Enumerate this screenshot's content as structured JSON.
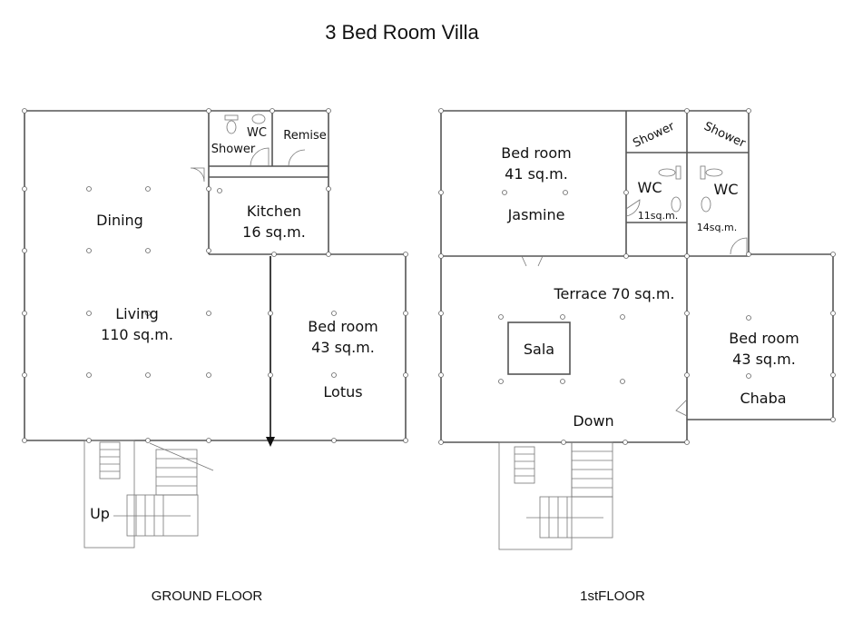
{
  "title": "3 Bed Room Villa",
  "ground_floor": {
    "caption": "GROUND FLOOR",
    "rooms": {
      "wc": "WC",
      "shower": "Shower",
      "remise": "Remise",
      "kitchen": "Kitchen",
      "kitchen_area": "16 sq.m.",
      "dining": "Dining",
      "living": "Living",
      "living_area": "110 sq.m.",
      "bedroom": "Bed room",
      "bedroom_area": "43 sq.m.",
      "bedroom_name": "Lotus",
      "stairs": "Up"
    }
  },
  "first_floor": {
    "caption": "1stFLOOR",
    "rooms": {
      "bedroom1": "Bed room",
      "bedroom1_area": "41 sq.m.",
      "bedroom1_name": "Jasmine",
      "shower1": "Shower",
      "shower2": "Shower",
      "wc1": "WC",
      "wc1_area": "11sq.m.",
      "wc2": "WC",
      "wc2_area": "14sq.m.",
      "terrace": "Terrace 70 sq.m.",
      "sala": "Sala",
      "bedroom2": "Bed room",
      "bedroom2_area": "43 sq.m.",
      "bedroom2_name": "Chaba",
      "stairs": "Down"
    }
  }
}
